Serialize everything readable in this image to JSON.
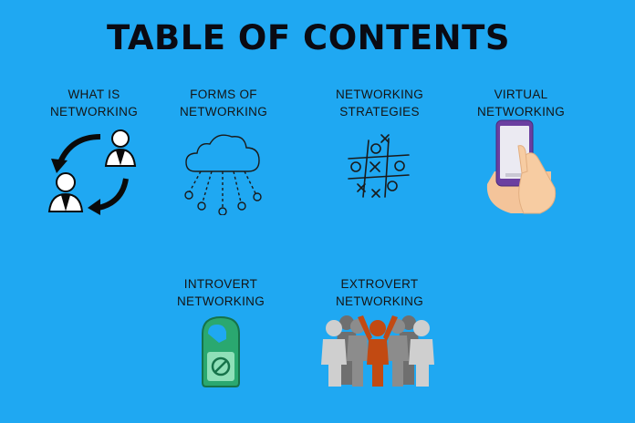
{
  "title": "TABLE OF CONTENTS",
  "background_color": "#1fa8f2",
  "items": [
    {
      "line1": "WHAT IS",
      "line2": "NETWORKING",
      "icon": "networking-cycle-icon"
    },
    {
      "line1": "FORMS OF",
      "line2": "NETWORKING",
      "icon": "cloud-network-icon"
    },
    {
      "line1": "NETWORKING",
      "line2": "STRATEGIES",
      "icon": "tic-tac-toe-icon"
    },
    {
      "line1": "VIRTUAL",
      "line2": "NETWORKING",
      "icon": "smartphone-hand-icon"
    },
    {
      "line1": "INTROVERT",
      "line2": "NETWORKING",
      "icon": "door-hanger-icon"
    },
    {
      "line1": "EXTROVERT",
      "line2": "NETWORKING",
      "icon": "crowd-icon"
    }
  ]
}
